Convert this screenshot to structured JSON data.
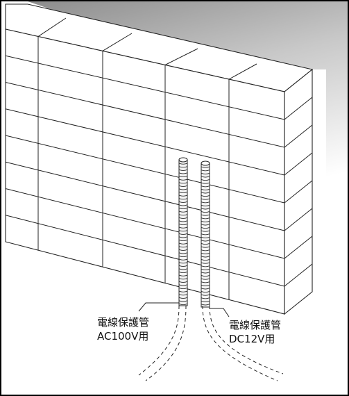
{
  "labels": {
    "left": {
      "line1": "電線保護管",
      "line2": "AC100V用"
    },
    "right": {
      "line1": "電線保護管",
      "line2": "DC12V用"
    }
  }
}
